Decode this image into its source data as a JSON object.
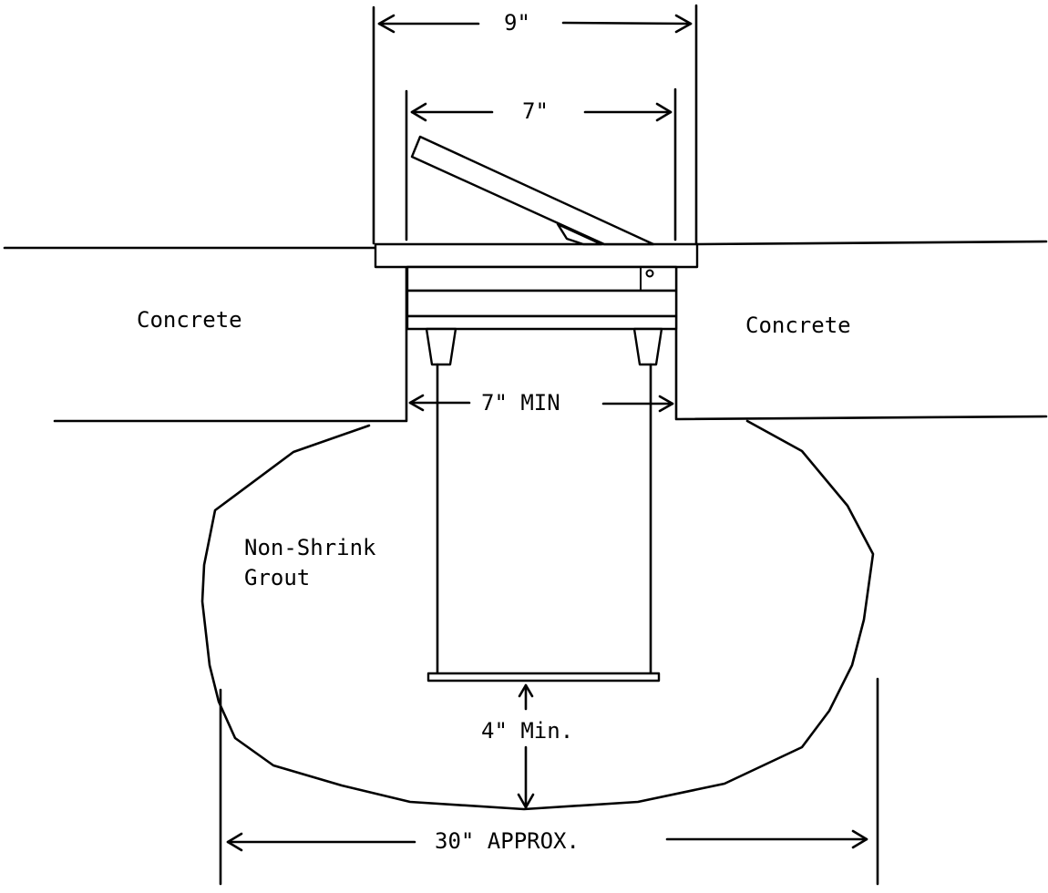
{
  "labels": {
    "concrete_left": "Concrete",
    "concrete_right": "Concrete",
    "grout_line1": "Non-Shrink",
    "grout_line2": "Grout"
  },
  "dimensions": {
    "overall_width": "9\"",
    "inner_width": "7\"",
    "opening_width": "7\" MIN",
    "bottom_clearance": "4\" Min.",
    "grout_width": "30\" APPROX."
  }
}
